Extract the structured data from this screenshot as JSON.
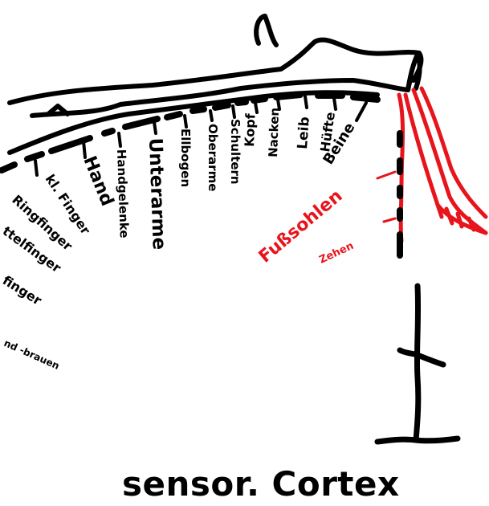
{
  "colors": {
    "ink": "#000000",
    "accent": "#e8141c"
  },
  "labels": {
    "beine": "Beine",
    "huefte": "Hüfte",
    "leib": "Leib",
    "nacken": "Nacken",
    "kopf": "Kopf",
    "schultern": "Schultern",
    "oberarme": "Oberarme",
    "ellbogen": "Ellbogen",
    "unterarme": "Unterarme",
    "handgelenke": "Handgelenke",
    "hand": "Hand",
    "kl_finger": "kl. Finger",
    "ringfinger": "Ringfinger",
    "mittelfinger": "ttelfinger",
    "finger": "finger",
    "augen": "nd -brauen",
    "fusssohlen": "Fußsohlen",
    "zehen": "Zehen"
  },
  "caption": "sensor. Cortex"
}
